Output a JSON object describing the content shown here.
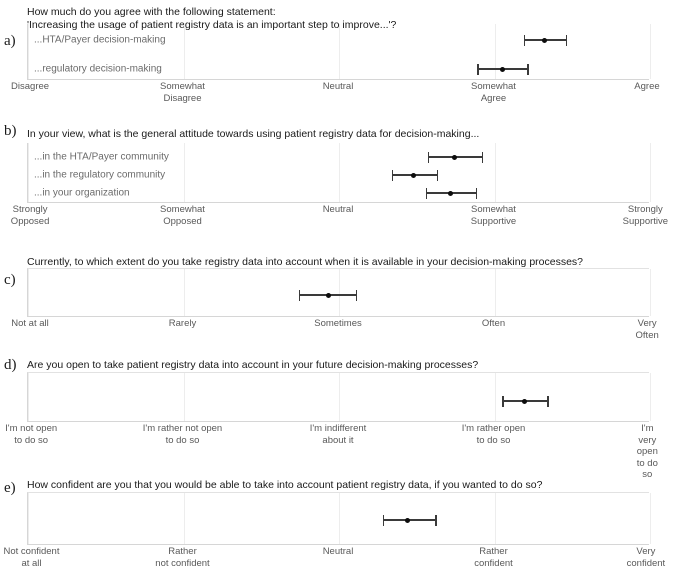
{
  "chart_data": {
    "type": "scatter",
    "title": "Survey responses: patient registry data in decision-making",
    "orientation": "horizontal-forest",
    "grid": true,
    "legend": null,
    "panels": [
      {
        "letter": "a)",
        "question": "How much do you agree with the following statement:\n'Increasing the usage of patient registry data is an important step to improve...'?",
        "xlim": [
          1,
          5
        ],
        "ticks": [
          {
            "value": 1,
            "label": "Disagree"
          },
          {
            "value": 2,
            "label": "Somewhat\nDisagree"
          },
          {
            "value": 3,
            "label": "Neutral"
          },
          {
            "value": 4,
            "label": "Somewhat\nAgree"
          },
          {
            "value": 5,
            "label": "Agree"
          }
        ],
        "rows": [
          {
            "label": "...HTA/Payer decision-making",
            "mean": 4.32,
            "low": 4.19,
            "high": 4.46
          },
          {
            "label": "...regulatory decision-making",
            "mean": 4.05,
            "low": 3.89,
            "high": 4.21
          }
        ]
      },
      {
        "letter": "b)",
        "question": "In your view, what is the general attitude towards using patient registry data for decision-making...",
        "xlim": [
          1,
          5
        ],
        "ticks": [
          {
            "value": 1,
            "label": "Strongly\nOpposed"
          },
          {
            "value": 2,
            "label": "Somewhat\nOpposed"
          },
          {
            "value": 3,
            "label": "Neutral"
          },
          {
            "value": 4,
            "label": "Somewhat\nSupportive"
          },
          {
            "value": 5,
            "label": "Strongly\nSupportive"
          }
        ],
        "rows": [
          {
            "label": "...in the HTA/Payer community",
            "mean": 3.74,
            "low": 3.57,
            "high": 3.92
          },
          {
            "label": "...in the regulatory community",
            "mean": 3.48,
            "low": 3.34,
            "high": 3.63
          },
          {
            "label": "...in your organization",
            "mean": 3.72,
            "low": 3.56,
            "high": 3.88
          }
        ]
      },
      {
        "letter": "c)",
        "question": "Currently, to which extent do you take registry data into account when it is available in your decision-making processes?",
        "xlim": [
          1,
          5
        ],
        "ticks": [
          {
            "value": 1,
            "label": "Not at all"
          },
          {
            "value": 2,
            "label": "Rarely"
          },
          {
            "value": 3,
            "label": "Sometimes"
          },
          {
            "value": 4,
            "label": "Often"
          },
          {
            "value": 5,
            "label": "Very Often"
          }
        ],
        "rows": [
          {
            "label": "",
            "mean": 2.93,
            "low": 2.74,
            "high": 3.11
          }
        ]
      },
      {
        "letter": "d)",
        "question": "Are you open to take patient registry data into account in your future decision-making processes?",
        "xlim": [
          1,
          5
        ],
        "ticks": [
          {
            "value": 1,
            "label": "I'm not open\nto do so"
          },
          {
            "value": 2,
            "label": "I'm rather not open\nto do so"
          },
          {
            "value": 3,
            "label": "I'm indifferent\nabout it"
          },
          {
            "value": 4,
            "label": "I'm rather open\nto do so"
          },
          {
            "value": 5,
            "label": "I'm very open\nto do so"
          }
        ],
        "rows": [
          {
            "label": "",
            "mean": 4.19,
            "low": 4.05,
            "high": 4.34
          }
        ]
      },
      {
        "letter": "e)",
        "question": "How confident are you that you would be able to take into account patient registry data, if you wanted to do so?",
        "xlim": [
          1,
          5
        ],
        "ticks": [
          {
            "value": 1,
            "label": "Not confident\nat all"
          },
          {
            "value": 2,
            "label": "Rather\nnot confident"
          },
          {
            "value": 3,
            "label": "Neutral"
          },
          {
            "value": 4,
            "label": "Rather\nconfident"
          },
          {
            "value": 5,
            "label": "Very\nconfident"
          }
        ],
        "rows": [
          {
            "label": "",
            "mean": 3.44,
            "low": 3.28,
            "high": 3.62
          }
        ]
      }
    ],
    "colors": {
      "point": "#0d0d0d",
      "bar": "#3a3a3a",
      "grid": "#ededed",
      "axis": "#d6d6d6",
      "row_label": "#6b6b6b",
      "tick_label": "#595959",
      "question": "#1a1a1a"
    }
  }
}
